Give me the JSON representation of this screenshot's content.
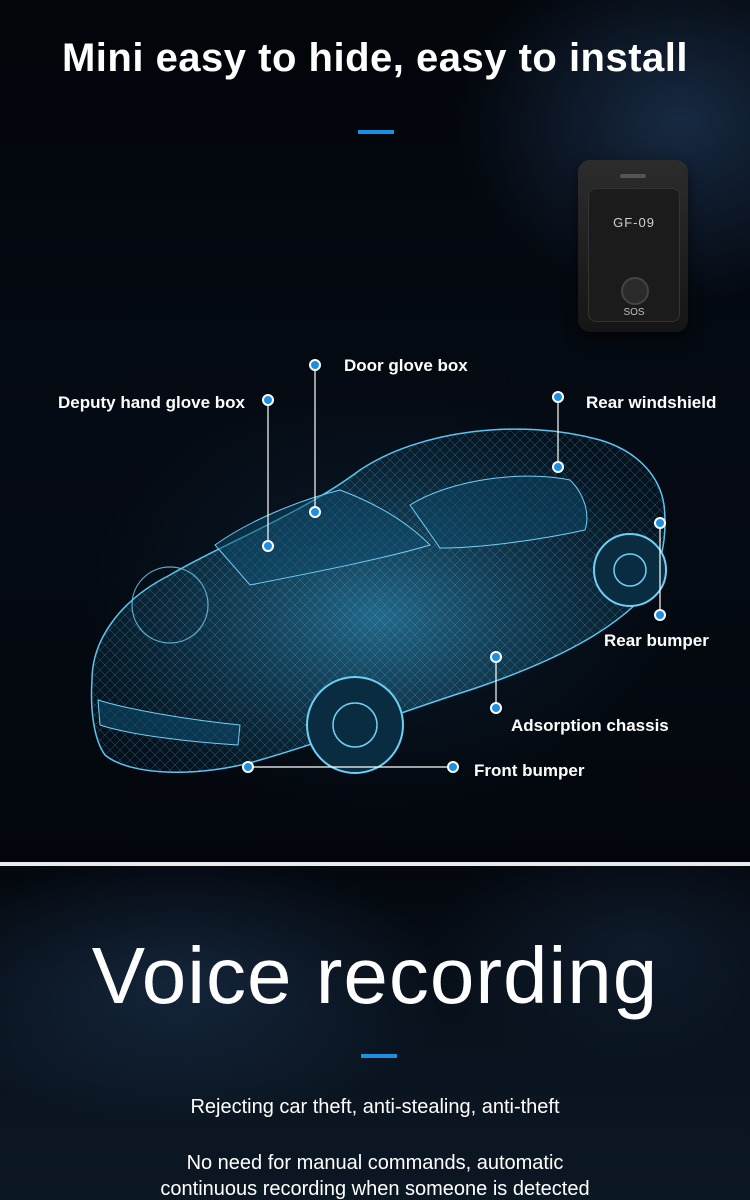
{
  "header": {
    "title": "Mini easy to hide, easy to install"
  },
  "device": {
    "model": "GF-09",
    "sos_label": "SOS"
  },
  "callouts": {
    "door_glove_box": "Door glove box",
    "deputy_hand_glove_box": "Deputy hand glove box",
    "rear_windshield": "Rear windshield",
    "rear_bumper": "Rear bumper",
    "adsorption_chassis": "Adsorption chassis",
    "front_bumper": "Front bumper"
  },
  "voice": {
    "title": "Voice recording",
    "line1": "Rejecting car theft, anti-stealing, anti-theft",
    "line2a": "No need for manual commands, automatic",
    "line2b": "continuous recording when someone is detected"
  },
  "colors": {
    "accent": "#1e8fe0",
    "car_wireframe": "#3aa8d8",
    "background": "#000000"
  }
}
